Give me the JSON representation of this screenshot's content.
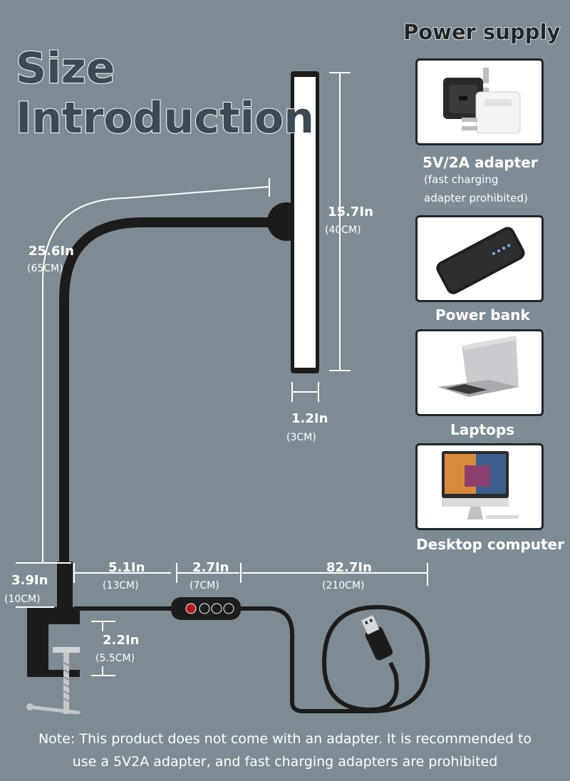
{
  "title": {
    "line1": "Size",
    "line2": "Introduction"
  },
  "power_supply": {
    "heading": "Power supply",
    "items": [
      {
        "icon": "adapter-icon",
        "label": "5V/2A adapter",
        "sub1": "(fast charging",
        "sub2": "adapter prohibited)"
      },
      {
        "icon": "power-bank-icon",
        "label": "Power bank"
      },
      {
        "icon": "laptop-icon",
        "label": "Laptops"
      },
      {
        "icon": "desktop-computer-icon",
        "label": "Desktop computer"
      }
    ]
  },
  "dimensions": {
    "light_bar_length": {
      "imperial": "15.7In",
      "metric": "(40CM)"
    },
    "arm_length": {
      "imperial": "25.6In",
      "metric": "(65CM)"
    },
    "light_bar_width": {
      "imperial": "1.2In",
      "metric": "(3CM)"
    },
    "base_height": {
      "imperial": "3.9In",
      "metric": "(10CM)"
    },
    "cable_to_switch": {
      "imperial": "5.1In",
      "metric": "(13CM)"
    },
    "switch_length": {
      "imperial": "2.7In",
      "metric": "(7CM)"
    },
    "cable_length": {
      "imperial": "82.7In",
      "metric": "(210CM)"
    },
    "clamp_opening": {
      "imperial": "2.2In",
      "metric": "(5.5CM)"
    }
  },
  "note": {
    "line1": "Note: This product does not come with an adapter. It is recommended to",
    "line2": "use a 5V2A adapter, and fast charging adapters are prohibited"
  },
  "colors": {
    "background": "#7d8c94",
    "lamp": "#1c1c1c",
    "title_fill": "#3b4a54",
    "dimension_lines": "#ffffff"
  }
}
